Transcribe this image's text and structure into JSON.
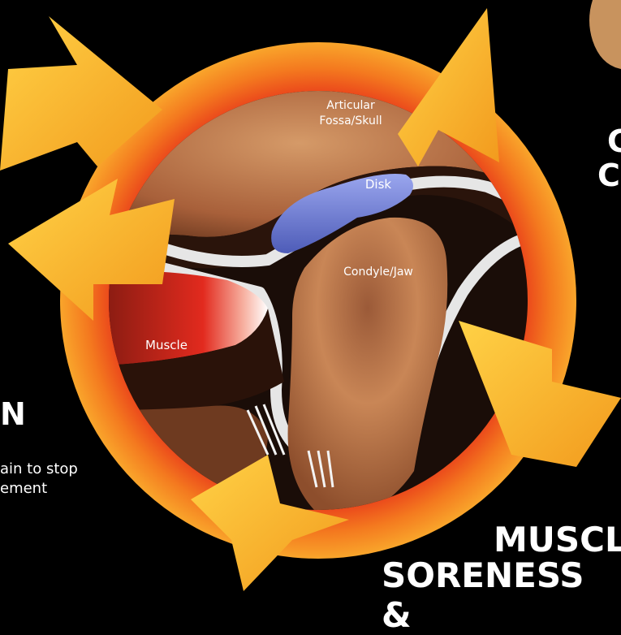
{
  "labels": {
    "skull": [
      "Articular",
      "Fossa/Skull"
    ],
    "disk": "Disk",
    "condyle": "Condyle/Jaw",
    "muscle": "Muscle"
  },
  "left_panel": {
    "heading_fragment": "N",
    "text_lines": [
      "ain to stop",
      "ement"
    ]
  },
  "right_panel": {
    "heading_fragment": "C",
    "heading_fragment_2": "C"
  },
  "bottom_heading": {
    "line1": "MUSCL",
    "line2": "SORENESS &"
  },
  "colors": {
    "background": "#000000",
    "arrow_yellow": "#f7b32b",
    "ring_orange": "#f47a1f",
    "ring_red": "#e83a1a",
    "disk_blue": "#6c7ed6",
    "muscle_red": "#d8201c",
    "bone": "#c07a48"
  }
}
